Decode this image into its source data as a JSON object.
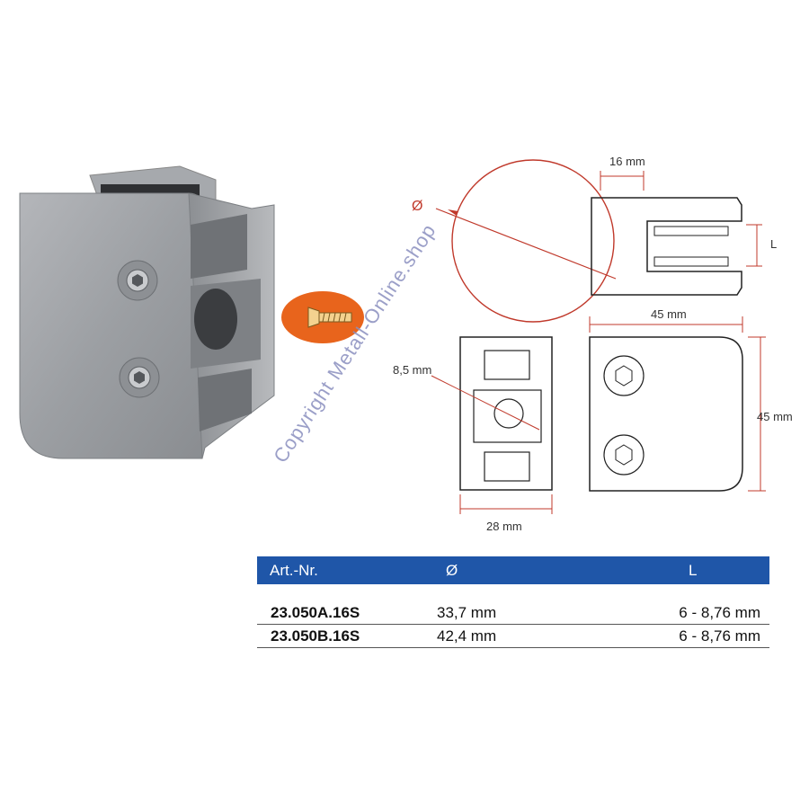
{
  "watermark": "Copyright Metall-Online.shop",
  "drawing": {
    "dim_16": "16 mm",
    "dim_diameter_symbol": "Ø",
    "dim_L": "L",
    "dim_45_top": "45 mm",
    "dim_8_5": "8,5 mm",
    "dim_45_side": "45 mm",
    "dim_28": "28 mm"
  },
  "table": {
    "headers": [
      "Art.-Nr.",
      "Ø",
      "L"
    ],
    "rows": [
      [
        "23.050A.16S",
        "33,7 mm",
        "6 - 8,76 mm"
      ],
      [
        "23.050B.16S",
        "42,4 mm",
        "6 - 8,76 mm"
      ]
    ],
    "header_color": "#1f56a8"
  },
  "icons": {
    "screw_badge": "screw-icon",
    "badge_color": "#e8641c"
  }
}
